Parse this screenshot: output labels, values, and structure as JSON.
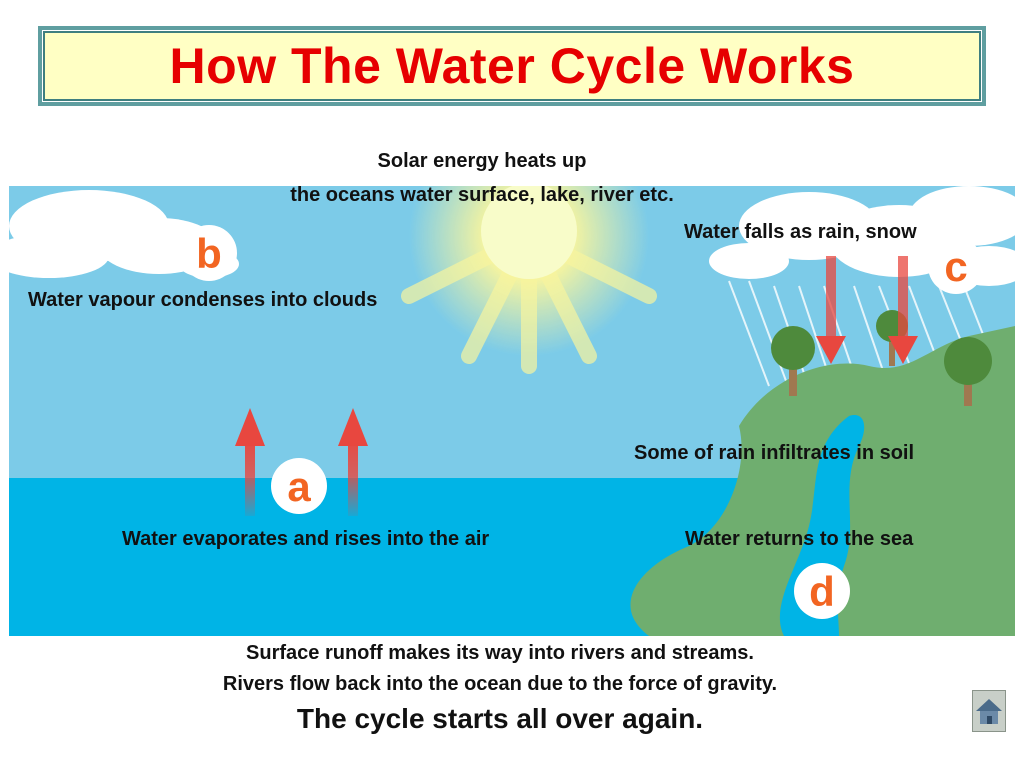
{
  "title": "How The Water Cycle Works",
  "labels": {
    "solar_line1": "Solar energy heats up",
    "solar_line2": "the oceans water surface, lake, river etc.",
    "rain": "Water falls as rain, snow",
    "condense": "Water vapour condenses into clouds",
    "infiltrate": "Some of rain infiltrates in soil",
    "evaporate": "Water evaporates and rises into the air",
    "returns": "Water returns to the sea"
  },
  "markers": {
    "a": "a",
    "b": "b",
    "c": "c",
    "d": "d"
  },
  "footer": {
    "line1": "Surface runoff makes its way into rivers and streams.",
    "line2": "Rivers flow back into the ocean due to the force of gravity.",
    "line3": "The cycle starts all over again."
  },
  "icons": {
    "home": "home-icon"
  },
  "colors": {
    "title": "#e60000",
    "sky": "#7ccbe8",
    "sea": "#00b4e6",
    "land": "#6fae6f",
    "arrow": "#e8473f",
    "marker": "#f26522"
  }
}
